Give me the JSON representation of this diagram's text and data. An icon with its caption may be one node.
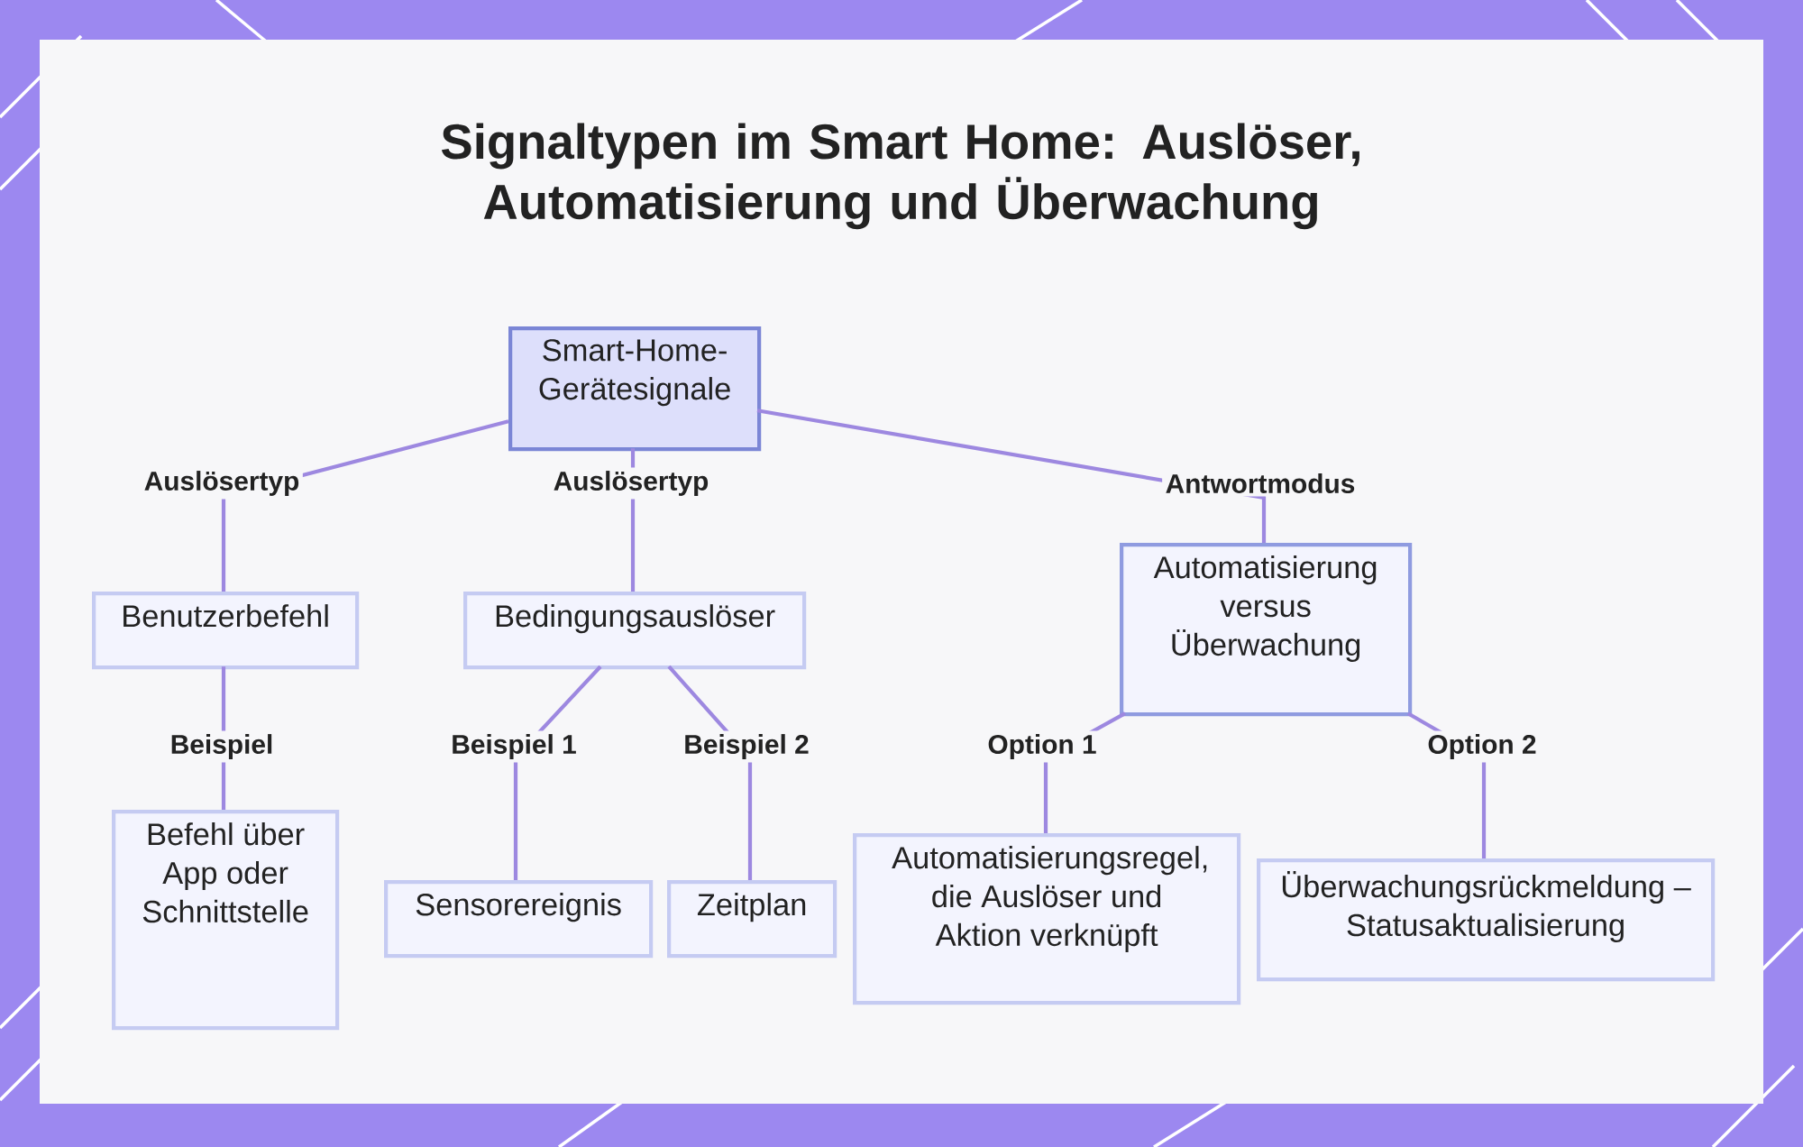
{
  "diagram": {
    "title": "Signaltypen im Smart Home: Auslöser, Automatisierung und Überwachung",
    "nodes": [
      {
        "text": [
          "Smart-Home-Gerätesignale"
        ]
      },
      {
        "text": [
          "Benutzerbefehl"
        ]
      },
      {
        "text": [
          "Bedingungsauslöser"
        ]
      },
      {
        "text": [
          "Automatisierung versus Überwachung"
        ]
      },
      {
        "text": [
          "Befehl über App oder Schnittstelle"
        ]
      },
      {
        "text": [
          "Sensorereignis"
        ]
      },
      {
        "text": [
          "Zeitplan"
        ]
      },
      {
        "text": [
          "Automatisierungsregel, die Auslöser und Aktion verknüpft"
        ]
      },
      {
        "text": [
          "Überwachungsrückmeldung – Statusaktualisierung"
        ]
      }
    ],
    "edges": [
      {
        "from": 0,
        "to": 1,
        "arrow": "none",
        "label": "Auslösertyp"
      },
      {
        "from": 0,
        "to": 2,
        "arrow": "none",
        "label": "Auslösertyp"
      },
      {
        "from": 0,
        "to": 3,
        "arrow": "none",
        "label": "Antwortmodus"
      },
      {
        "from": 1,
        "to": 4,
        "arrow": "none",
        "label": "Beispiel"
      },
      {
        "from": 2,
        "to": 5,
        "arrow": "none",
        "label": "Beispiel 1"
      },
      {
        "from": 2,
        "to": 6,
        "arrow": "none",
        "label": "Beispiel 2"
      },
      {
        "from": 3,
        "to": 7,
        "arrow": "none",
        "label": "Option 1"
      },
      {
        "from": 3,
        "to": 8,
        "arrow": "none",
        "label": "Option 2"
      }
    ]
  }
}
